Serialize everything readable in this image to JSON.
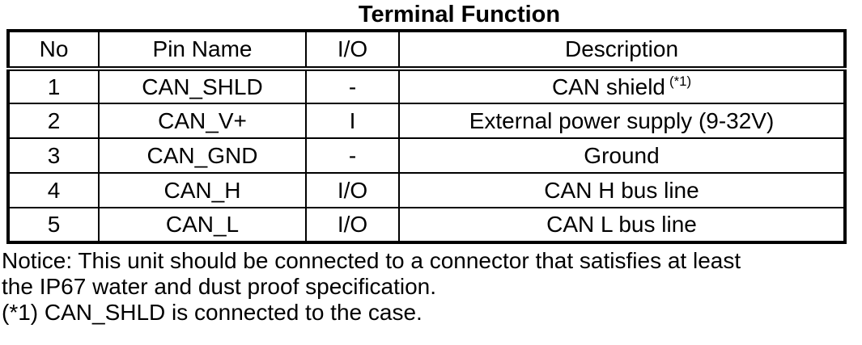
{
  "title": "Terminal Function",
  "table": {
    "headers": {
      "no": "No",
      "pin_name": "Pin Name",
      "io": "I/O",
      "description": "Description"
    },
    "rows": [
      {
        "no": "1",
        "pin_name": "CAN_SHLD",
        "io": "-",
        "description": "CAN shield",
        "description_sup": "(*1)"
      },
      {
        "no": "2",
        "pin_name": "CAN_V+",
        "io": "I",
        "description": "External power supply (9-32V)"
      },
      {
        "no": "3",
        "pin_name": "CAN_GND",
        "io": "-",
        "description": "Ground"
      },
      {
        "no": "4",
        "pin_name": "CAN_H",
        "io": "I/O",
        "description": "CAN H bus line"
      },
      {
        "no": "5",
        "pin_name": "CAN_L",
        "io": "I/O",
        "description": "CAN L bus line"
      }
    ]
  },
  "notice": {
    "line1": "Notice: This unit should be connected to a connector that satisfies at least",
    "line2": "the IP67 water and dust proof specification.",
    "footnote": "(*1) CAN_SHLD is connected to the case."
  },
  "colors": {
    "text": "#000000",
    "background": "#ffffff",
    "border": "#000000"
  }
}
